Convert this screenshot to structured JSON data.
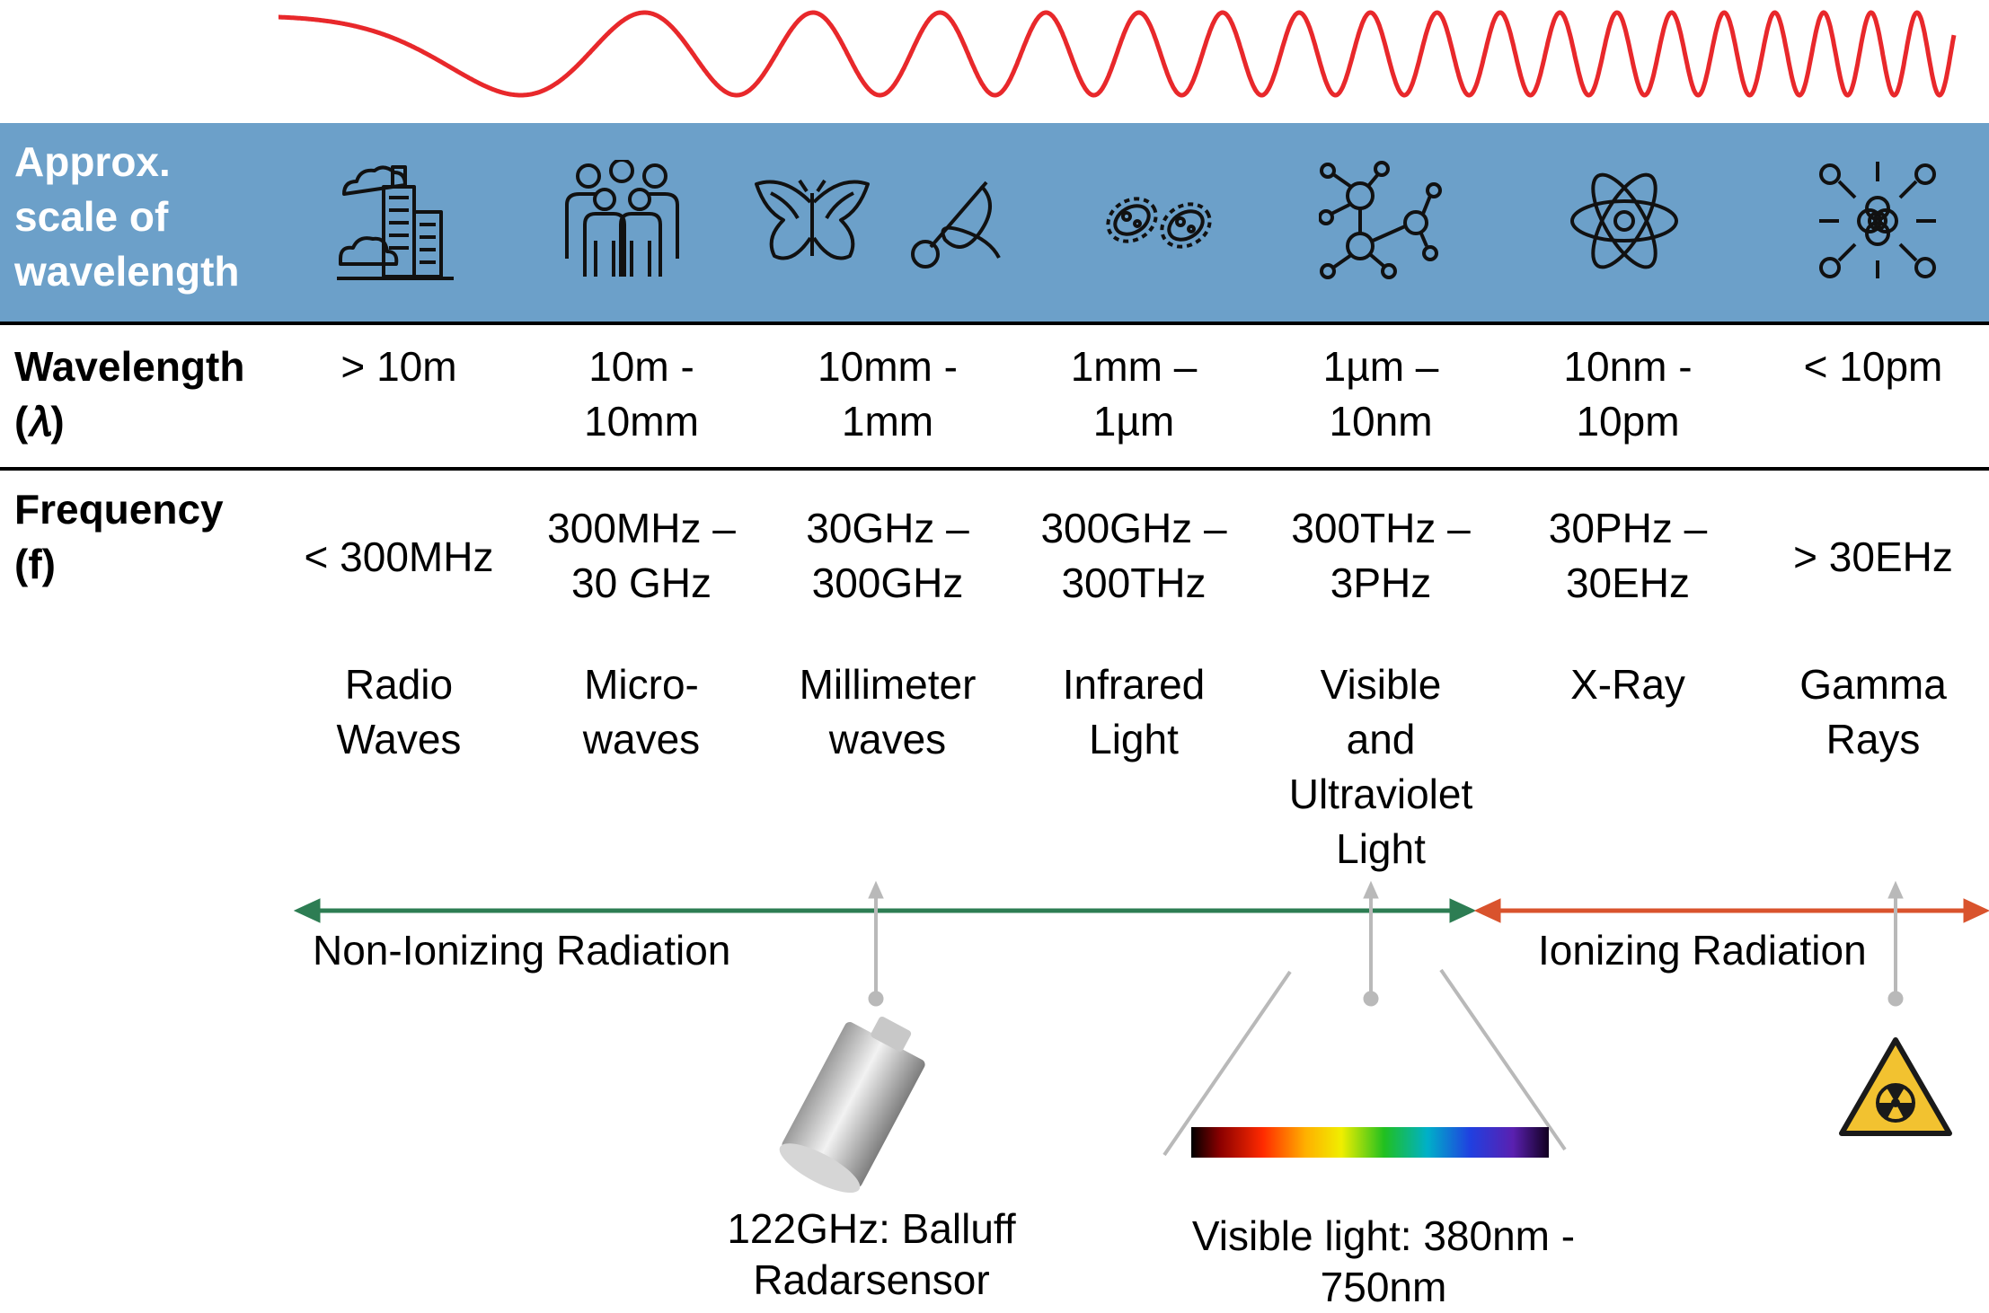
{
  "colors": {
    "wave": "#e8282b",
    "band": "#6ca0c9",
    "non_ionizing": "#2d7d53",
    "ionizing": "#d9532d",
    "pointer": "#b9b9b9"
  },
  "header": {
    "band_label": "Approx.\nscale of\nwavelength"
  },
  "rows": {
    "wavelength_label": "Wavelength\n(𝜆)",
    "frequency_label": "Frequency\n(f)"
  },
  "columns": [
    {
      "icon": "city-buildings-icon",
      "wavelength": "> 10m",
      "frequency": "< 300MHz",
      "name": "Radio\nWaves"
    },
    {
      "icon": "people-group-icon",
      "wavelength": "10m -\n10mm",
      "frequency": "300MHz –\n30 GHz",
      "name": "Micro-\nwaves"
    },
    {
      "icon": "butterfly-needle-icon",
      "wavelength": "10mm -\n1mm",
      "frequency": "30GHz –\n300GHz",
      "name": "Millimeter\nwaves"
    },
    {
      "icon": "bacteria-cells-icon",
      "wavelength": "1mm –\n1µm",
      "frequency": "300GHz –\n300THz",
      "name": "Infrared\nLight"
    },
    {
      "icon": "molecule-icon",
      "wavelength": "1µm –\n10nm",
      "frequency": "300THz –\n3PHz",
      "name": "Visible\nand\nUltraviolet\nLight"
    },
    {
      "icon": "atom-icon",
      "wavelength": "10nm -\n10pm",
      "frequency": "30PHz –\n30EHz",
      "name": "X-Ray"
    },
    {
      "icon": "nucleus-icon",
      "wavelength": "< 10pm",
      "frequency": "> 30EHz",
      "name": "Gamma\nRays"
    }
  ],
  "legend": {
    "non_ionizing": "Non-Ionizing Radiation",
    "ionizing": "Ionizing Radiation"
  },
  "examples": {
    "radar": "122GHz: Balluff\nRadarsensor",
    "visible": "Visible light: 380nm -\n750nm"
  }
}
